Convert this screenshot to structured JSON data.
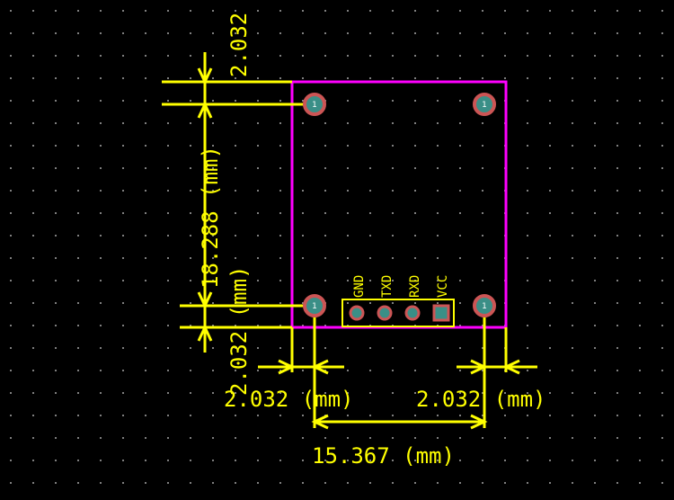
{
  "dimensions": {
    "left_top": "2.032 (mm)",
    "left_height": "18.288 (mm)",
    "left_bottom": "2.032 (mm)",
    "bottom_left": "2.032 (mm)",
    "bottom_right": "2.032 (mm)",
    "bottom_width": "15.367 (mm)"
  },
  "mount_holes": [
    {
      "label": "1"
    },
    {
      "label": "1"
    },
    {
      "label": "1"
    },
    {
      "label": "1"
    }
  ],
  "header": {
    "pins": [
      {
        "label": "GND"
      },
      {
        "label": "TXD"
      },
      {
        "label": "RXD"
      },
      {
        "label": "VCC"
      }
    ]
  },
  "colors": {
    "background": "#000000",
    "grid_dot": "#7f7f7f",
    "outline": "#ff00ff",
    "dimension": "#ffff00",
    "pad_ring": "#cc5555",
    "pad_fill": "#3a8f87"
  }
}
